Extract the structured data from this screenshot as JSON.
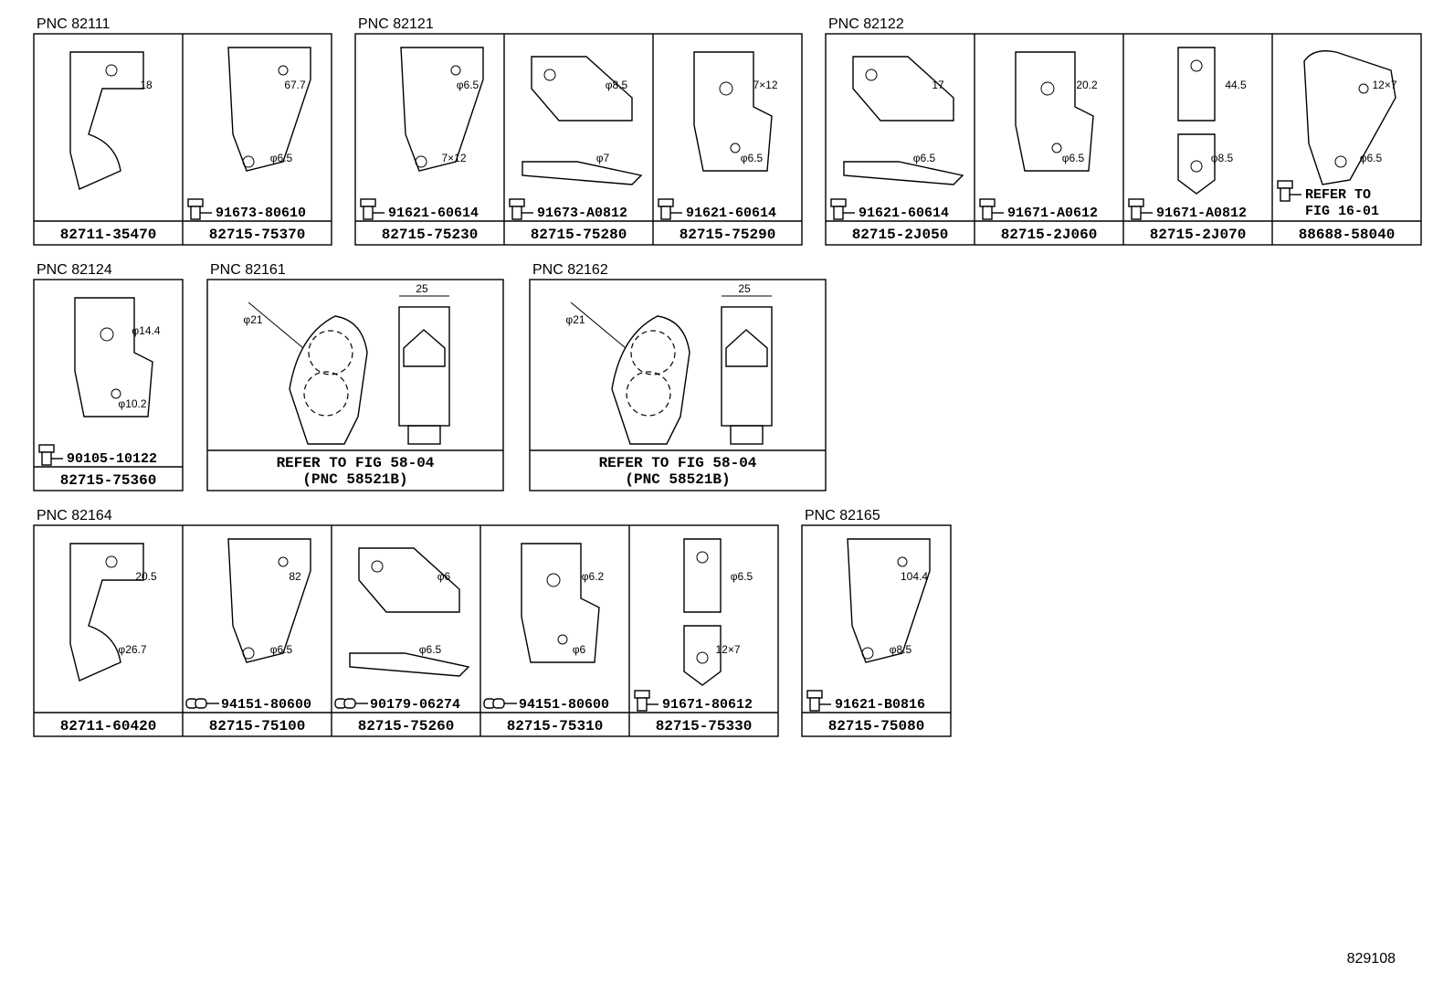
{
  "groups": [
    {
      "pnc": "PNC 82111",
      "cells": [
        {
          "part": "82711-35470",
          "fasteners": [],
          "dims": [
            "18"
          ]
        },
        {
          "part": "82715-75370",
          "fasteners": [
            {
              "type": "bolt",
              "label": "91673-80610"
            }
          ],
          "dims": [
            "67.7",
            "φ6.5"
          ]
        }
      ]
    },
    {
      "pnc": "PNC 82121",
      "cells": [
        {
          "part": "82715-75230",
          "fasteners": [
            {
              "type": "bolt",
              "label": "91621-60614"
            }
          ],
          "dims": [
            "φ6.5",
            "7×12"
          ]
        },
        {
          "part": "82715-75280",
          "fasteners": [
            {
              "type": "bolt",
              "label": "91673-A0812"
            }
          ],
          "dims": [
            "φ8.5",
            "φ7"
          ]
        },
        {
          "part": "82715-75290",
          "fasteners": [
            {
              "type": "bolt",
              "label": "91621-60614"
            }
          ],
          "dims": [
            "7×12",
            "φ6.5"
          ]
        }
      ]
    },
    {
      "pnc": "PNC 82122",
      "cells": [
        {
          "part": "82715-2J050",
          "fasteners": [
            {
              "type": "bolt",
              "label": "91621-60614"
            }
          ],
          "dims": [
            "17",
            "φ6.5"
          ]
        },
        {
          "part": "82715-2J060",
          "fasteners": [
            {
              "type": "bolt",
              "label": "91671-A0612"
            }
          ],
          "dims": [
            "20.2",
            "φ6.5"
          ]
        },
        {
          "part": "82715-2J070",
          "fasteners": [
            {
              "type": "bolt",
              "label": "91671-A0812"
            }
          ],
          "dims": [
            "44.5",
            "φ8.5"
          ]
        },
        {
          "part": "88688-58040",
          "fasteners": [
            {
              "type": "bolt",
              "label": "REFER TO"
            },
            {
              "type": "text",
              "label": "FIG 16-01"
            }
          ],
          "dims": [
            "12×7",
            "φ6.5"
          ]
        }
      ]
    },
    {
      "pnc": "PNC 82124",
      "cells": [
        {
          "part": "82715-75360",
          "fasteners": [
            {
              "type": "bolt",
              "label": "90105-10122"
            }
          ],
          "dims": [
            "φ14.4",
            "φ10.2"
          ]
        }
      ]
    },
    {
      "pnc": "PNC 82161",
      "cells": [
        {
          "part": "REFER TO FIG 58-04",
          "part2": "(PNC 58521B)",
          "fasteners": [],
          "dims": [
            "φ21",
            "25"
          ]
        }
      ]
    },
    {
      "pnc": "PNC 82162",
      "cells": [
        {
          "part": "REFER TO FIG 58-04",
          "part2": "(PNC 58521B)",
          "fasteners": [],
          "dims": [
            "φ21",
            "25"
          ]
        }
      ]
    },
    {
      "pnc": "PNC 82164",
      "cells": [
        {
          "part": "82711-60420",
          "fasteners": [],
          "dims": [
            "20.5",
            "φ26.7"
          ]
        },
        {
          "part": "82715-75100",
          "fasteners": [
            {
              "type": "grommet",
              "label": "94151-80600"
            }
          ],
          "dims": [
            "82",
            "φ6.5"
          ]
        },
        {
          "part": "82715-75260",
          "fasteners": [
            {
              "type": "grommet",
              "label": "90179-06274"
            }
          ],
          "dims": [
            "φ6",
            "φ6.5"
          ]
        },
        {
          "part": "82715-75310",
          "fasteners": [
            {
              "type": "grommet",
              "label": "94151-80600"
            }
          ],
          "dims": [
            "φ6.2",
            "φ6"
          ]
        },
        {
          "part": "82715-75330",
          "fasteners": [
            {
              "type": "bolt",
              "label": "91671-80612"
            }
          ],
          "dims": [
            "φ6.5",
            "12×7"
          ]
        }
      ]
    },
    {
      "pnc": "PNC 82165",
      "cells": [
        {
          "part": "82715-75080",
          "fasteners": [
            {
              "type": "bolt",
              "label": "91621-B0816"
            }
          ],
          "dims": [
            "104.4",
            "φ8.5"
          ]
        }
      ]
    }
  ],
  "figure_id": "829108"
}
